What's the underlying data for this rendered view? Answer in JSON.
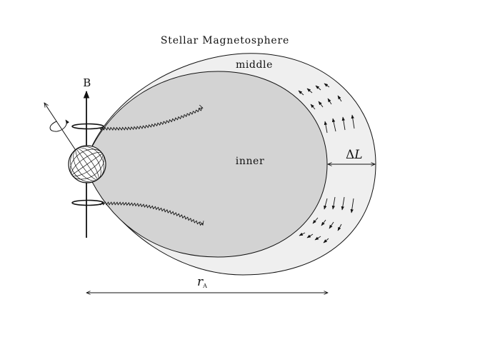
{
  "labels": {
    "title": "Stellar Magnetosphere",
    "middle": "middle",
    "inner": "inner",
    "field": "B",
    "delta_prefix": "Δ",
    "delta_var": "L",
    "radius_var": "r",
    "radius_sub": "A"
  },
  "colors": {
    "middle_region": "#efefef",
    "inner_region": "#d3d3d3",
    "stroke": "#111111",
    "background": "#ffffff"
  },
  "icons": {
    "star": "hatched-sphere-icon",
    "field_arrow": "arrow-up-icon",
    "rotation_axis": "tilted-axis-arrow-icon"
  }
}
